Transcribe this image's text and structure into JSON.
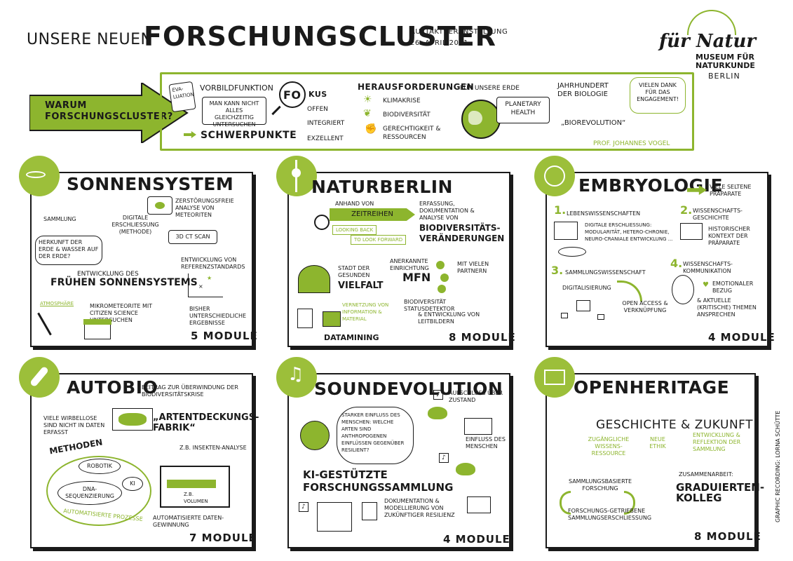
{
  "header": {
    "title_prefix": "Unsere Neuen",
    "title_main": "Forschungscluster",
    "event_line1": "Auftaktveranstaltung",
    "event_line2": "26. April 2021",
    "logo_script": "für Natur",
    "logo_museum": "Museum für Naturkunde",
    "logo_city": "Berlin"
  },
  "intro": {
    "arrow_text": "Warum Forschungscluster?",
    "evaluation_label": "Eva-luation",
    "vorbild": "Vorbildfunktion",
    "vorbild_note": "Man kann nicht alles gleichzeitig untersuchen",
    "schwerpunkte": "Schwerpunkte",
    "fokus_fo": "Fo",
    "fokus_kus": "kus",
    "fokus_items": [
      "Offen",
      "Integriert",
      "Exzellent"
    ],
    "challenges_title": "Herausforderungen",
    "challenges_suffix": "für unsere Erde",
    "challenges": [
      "Klimakrise",
      "Biodiversität",
      "Gerechtigkeit & Ressourcen"
    ],
    "planetary": "Planetary Health",
    "jahrhundert": "Jahrhundert der Biologie",
    "biorevolution": "„BioRevolution“",
    "thanks": "Vielen Dank für das Engagement!",
    "professor": "Prof. Johannes Vogel"
  },
  "panels": {
    "sonnensystem": {
      "title": "Sonnensystem",
      "sammlung": "Sammlung",
      "digitale": "Digitale Erschliessung (Methode)",
      "zerstoerung": "Zerstörungsfreie Analyse von Meteoriten",
      "ct_scan": "3D CT Scan",
      "herkunft": "Herkunft der Erde & Wasser auf der Erde?",
      "entwicklung": "Entwicklung des",
      "fruehen": "frühen Sonnensystems",
      "referenz": "Entwicklung von Referenzstandards",
      "atmosphaere": "Atmosphäre",
      "mikrometeorite": "Mikrometeorite mit Citizen Science untersuchen",
      "ergebnisse": "Bisher unterschiedliche Ergebnisse",
      "modules": "5 Module"
    },
    "naturberlin": {
      "title": "NaturBerlin",
      "anhand": "anhand von",
      "zeitreihen": "Zeitreihen",
      "looking_back": "looking back",
      "look_forward": "to look forward",
      "erfassung": "Erfassung, Dokumentation & Analyse von",
      "veraenderungen": "Biodiversitäts-veränderungen",
      "stadt": "Stadt der gesunden",
      "vielfalt": "Vielfalt",
      "anerkannte": "Anerkannte Einrichtung",
      "mfn": "MfN",
      "partner": "mit vielen Partnern",
      "vernetzung": "Vernetzung von Information & Material",
      "datamining": "Datamining",
      "statusdetektor": "Biodiversität Statusdetektor",
      "leitbilder": "& Entwicklung von Leitbildern",
      "modules": "8 Module"
    },
    "embryologie": {
      "title": "Embryologie",
      "praeparate": "viele seltene Präparate",
      "n1": "1.",
      "lebens": "Lebenswissenschaften",
      "digitale": "Digitale Erschliessung: Modularität, Hetero-Chronie, Neuro-Craniale Entwicklung ...",
      "n2": "2.",
      "wissgesch": "Wissenschafts-geschichte",
      "historisch": "Historischer Kontext der Präparate",
      "n3": "3.",
      "sammlungswiss": "Sammlungswissenschaft",
      "n4": "4.",
      "wisskomm": "Wissenschafts-kommunikation",
      "digitalisierung": "Digitalisierung",
      "open_access": "Open Access & Verknüpfung",
      "emotional": "Emotionaler Bezug",
      "aktuelle": "& aktuelle (kritische) Themen ansprechen",
      "modules": "4 Module"
    },
    "autobio": {
      "title": "AutoBio",
      "beitrag": "Beitrag zur Überwindung der Biodiversitätskrise",
      "wirbellose": "Viele Wirbellose sind nicht in Daten erfasst",
      "artentdeckung": "„Artentdeckungs-Fabrik“",
      "methoden": "Methoden",
      "robotik": "Robotik",
      "ki": "KI",
      "dna": "DNA-Sequenzierung",
      "automatisierte": "Automatisierte Prozesse",
      "insekten": "z.B. Insekten-Analyse",
      "volumen": "z.B. Volumen",
      "datengewinnung": "Automatisierte Daten-gewinnung",
      "modules": "7 Module"
    },
    "soundevolution": {
      "title": "SoundEvolution",
      "einfluss_q": "Starker Einfluss des Menschen: Welche Arten sind anthropogenen Einflüssen gegenüber resilient?",
      "aufschluss": "Aufschluss über Zustand",
      "einfluss_m": "Einfluss des Menschen",
      "ki": "KI-Gestützte",
      "sammlung": "Forschungssammlung",
      "doku": "Dokumentation & Modellierung von zukünftiger Resilienz",
      "modules": "4 Module"
    },
    "openheritage": {
      "title": "OpenHeritage",
      "geschichte": "Geschichte & Zukunft",
      "zugaengliche": "Zugängliche Wissens-ressource",
      "neue_ethik": "Neue Ethik",
      "reflektion": "Entwicklung & Reflektion der Sammlung",
      "basiert": "Sammlungsbasierte Forschung",
      "getrieben": "Forschungs-getriebene Sammlungserschliessung",
      "zusammenarbeit": "Zusammenarbeit:",
      "kolleg": "Graduierten-kolleg",
      "modules": "8 Module"
    }
  },
  "credit": "Graphic Recording: Lorna Schütte",
  "colors": {
    "accent": "#8db52e",
    "badge": "#9cbf3a",
    "ink": "#1a1a1a"
  }
}
